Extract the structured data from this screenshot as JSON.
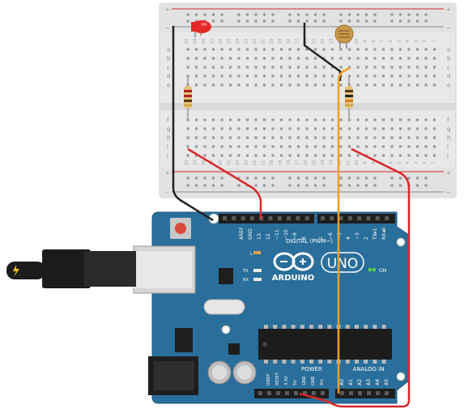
{
  "breadboard": {
    "row_letters_top": [
      "a",
      "b",
      "c",
      "d",
      "e"
    ],
    "row_letters_bottom": [
      "f",
      "g",
      "h",
      "i",
      "j"
    ],
    "column_numbers": [
      "30",
      "29",
      "28",
      "27",
      "26",
      "25",
      "24",
      "23",
      "22",
      "21",
      "20",
      "19",
      "18",
      "17",
      "16",
      "15",
      "14",
      "13",
      "12",
      "11",
      "10",
      "9",
      "8",
      "7",
      "6",
      "5",
      "4",
      "3",
      "2",
      "1"
    ],
    "rail_plus": "+",
    "rail_minus": "−"
  },
  "arduino": {
    "logo_text": "ARDUINO",
    "model_text": "UNO",
    "on_label": "ON",
    "l_label": "L",
    "tx_label": "TX",
    "rx_label": "RX",
    "digital_label": "DIGITAL (PWM~)",
    "power_label": "POWER",
    "analog_label": "ANALOG IN",
    "digital_pins": [
      "AREF",
      "GND",
      "13",
      "12",
      "~11",
      "~10",
      "~9",
      "8",
      "7",
      "~6",
      "~5",
      "4",
      "~3",
      "2",
      "TX▸1",
      "RX◂0"
    ],
    "power_pins": [
      "IOREF",
      "RESET",
      "3.3V",
      "5V",
      "GND",
      "GND",
      "Vin"
    ],
    "analog_pins": [
      "A0",
      "A1",
      "A2",
      "A3",
      "A4",
      "A5"
    ]
  },
  "colors": {
    "board_blue": "#2a6f9b",
    "wire_red": "#d7282b",
    "wire_black": "#222222",
    "wire_orange": "#f0a020",
    "led_red": "#e62828",
    "breadboard": "#ececec"
  }
}
